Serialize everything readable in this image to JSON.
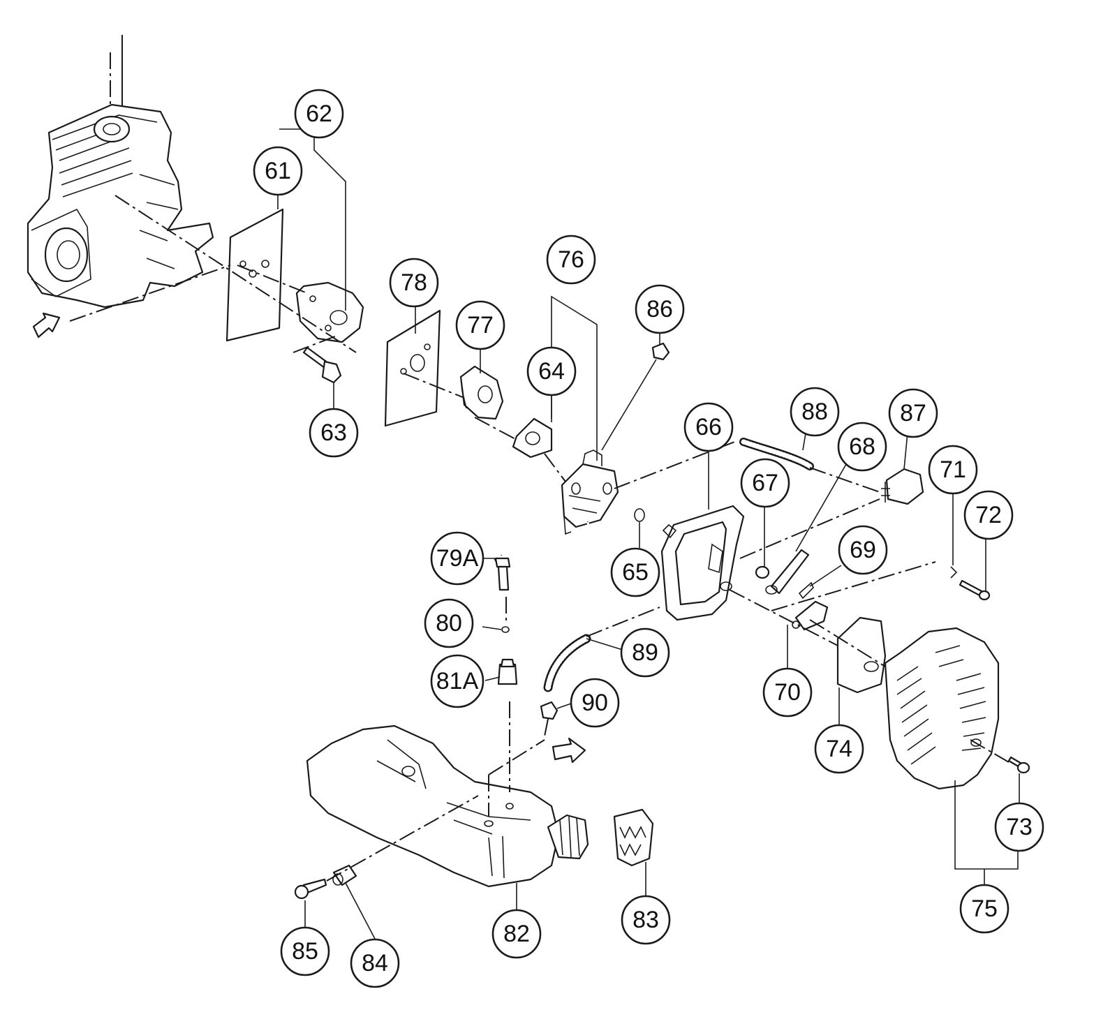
{
  "callouts": [
    {
      "id": "62",
      "label": "62"
    },
    {
      "id": "61",
      "label": "61"
    },
    {
      "id": "63",
      "label": "63"
    },
    {
      "id": "78",
      "label": "78"
    },
    {
      "id": "77",
      "label": "77"
    },
    {
      "id": "76",
      "label": "76"
    },
    {
      "id": "64",
      "label": "64"
    },
    {
      "id": "86",
      "label": "86"
    },
    {
      "id": "66",
      "label": "66"
    },
    {
      "id": "88",
      "label": "88"
    },
    {
      "id": "68",
      "label": "68"
    },
    {
      "id": "87",
      "label": "87"
    },
    {
      "id": "67",
      "label": "67"
    },
    {
      "id": "71",
      "label": "71"
    },
    {
      "id": "72",
      "label": "72"
    },
    {
      "id": "69",
      "label": "69"
    },
    {
      "id": "65",
      "label": "65"
    },
    {
      "id": "79A",
      "label": "79A"
    },
    {
      "id": "80",
      "label": "80"
    },
    {
      "id": "81A",
      "label": "81A"
    },
    {
      "id": "89",
      "label": "89"
    },
    {
      "id": "90",
      "label": "90"
    },
    {
      "id": "70",
      "label": "70"
    },
    {
      "id": "74",
      "label": "74"
    },
    {
      "id": "73",
      "label": "73"
    },
    {
      "id": "75",
      "label": "75"
    },
    {
      "id": "82",
      "label": "82"
    },
    {
      "id": "83",
      "label": "83"
    },
    {
      "id": "85",
      "label": "85"
    },
    {
      "id": "84",
      "label": "84"
    }
  ]
}
